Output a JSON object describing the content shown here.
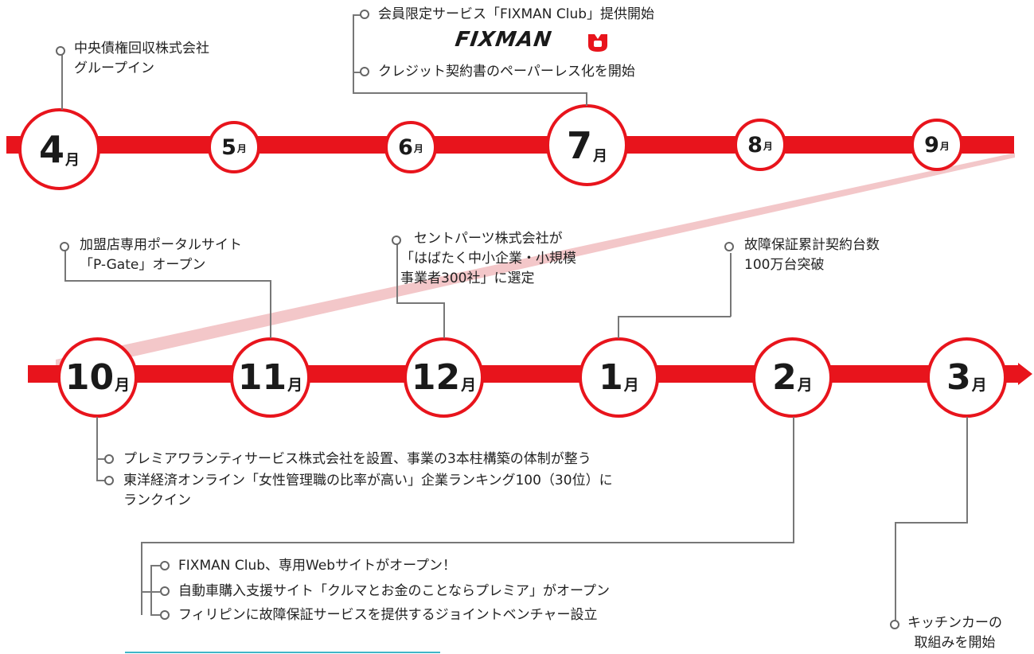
{
  "months_row1": [
    {
      "num": "4",
      "unit": "月"
    },
    {
      "num": "5",
      "unit": "月"
    },
    {
      "num": "6",
      "unit": "月"
    },
    {
      "num": "7",
      "unit": "月"
    },
    {
      "num": "8",
      "unit": "月"
    },
    {
      "num": "9",
      "unit": "月"
    }
  ],
  "months_row2": [
    {
      "num": "10",
      "unit": "月"
    },
    {
      "num": "11",
      "unit": "月"
    },
    {
      "num": "12",
      "unit": "月"
    },
    {
      "num": "1",
      "unit": "月"
    },
    {
      "num": "2",
      "unit": "月"
    },
    {
      "num": "3",
      "unit": "月"
    }
  ],
  "events": {
    "apr": [
      "中央債権回収株式会社",
      "グループイン"
    ],
    "jul_1": "会員限定サービス「FIXMAN Club」提供開始",
    "jul_logo": "FIXMAN",
    "jul_2": "クレジット契約書のペーパーレス化を開始",
    "nov": [
      "加盟店専用ポータルサイト",
      "「P-Gate」オープン"
    ],
    "dec": [
      "セントパーツ株式会社が",
      "「はばたく中小企業・小規模",
      "事業者300社」に選定"
    ],
    "jan": [
      "故障保証累計契約台数",
      "100万台突破"
    ],
    "oct_1": "プレミアワランティサービス株式会社を設置、事業の3本柱構築の体制が整う",
    "oct_2": [
      "東洋経済オンライン「女性管理職の比率が高い」企業ランキング100（30位）に",
      "ランクイン"
    ],
    "feb_1": "FIXMAN Club、専用Webサイトがオープン！",
    "feb_2": "自動車購入支援サイト「クルマとお金のことならプレミア」がオープン",
    "feb_3": "フィリピンに故障保証サービスを提供するジョイントベンチャー設立",
    "mar": [
      "キッチンカーの",
      "取組みを開始"
    ]
  },
  "colors": {
    "accent": "#e8141c",
    "connector": "#777777",
    "diagonal": "#f3c7c9",
    "footer_line": "#3fb6c8"
  }
}
